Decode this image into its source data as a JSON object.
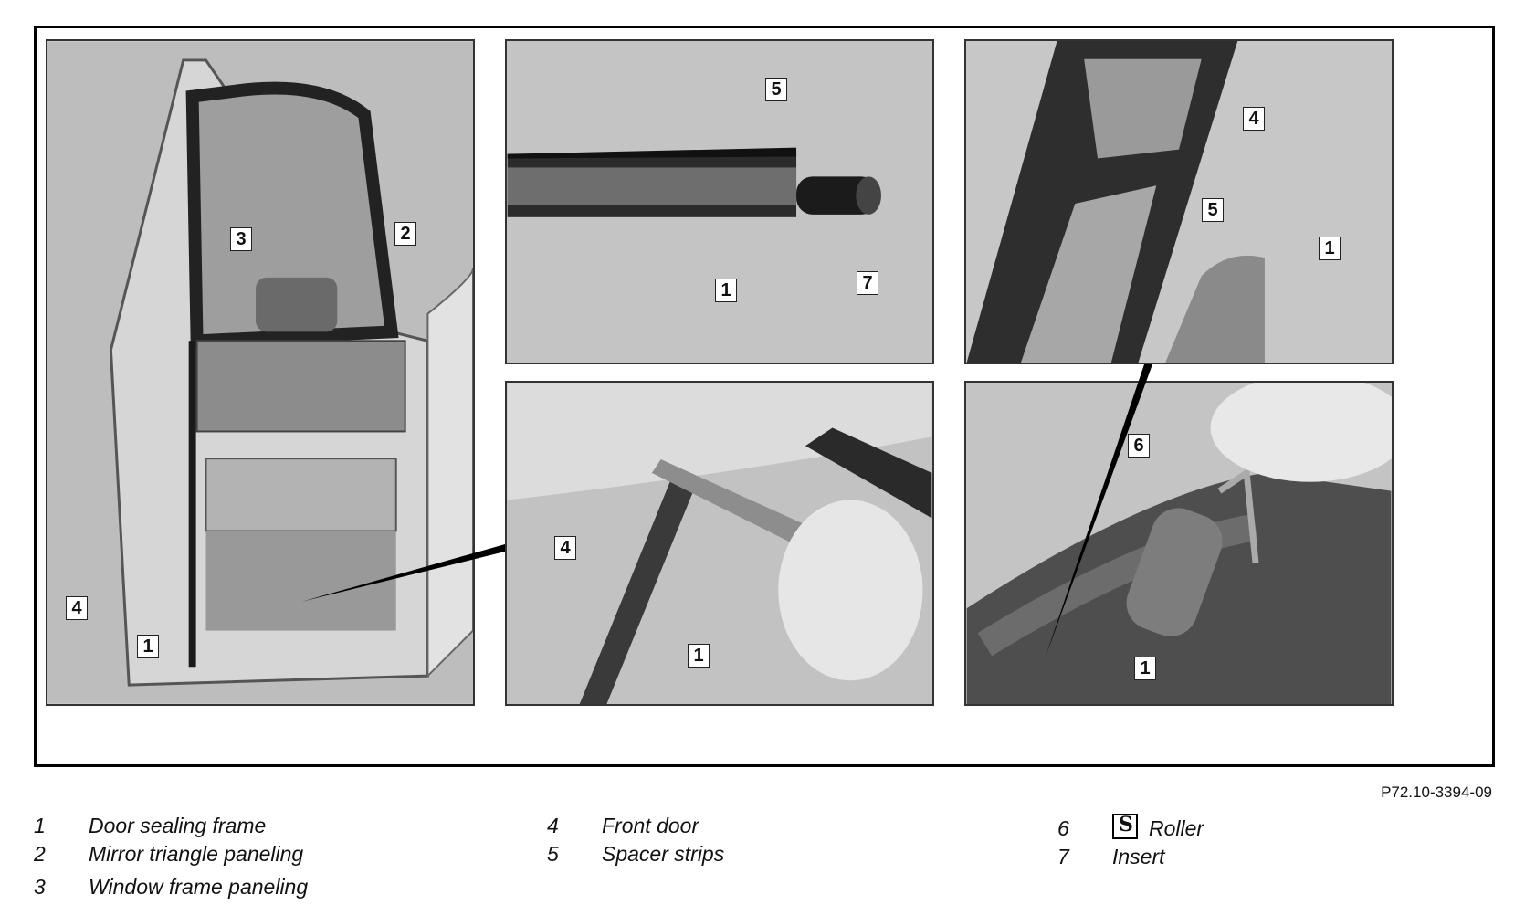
{
  "figure_id": "P72.10-3394-09",
  "panels": {
    "door": {
      "callouts": [
        "3",
        "2",
        "4",
        "1"
      ]
    },
    "seal_section": {
      "callouts": [
        "5",
        "1",
        "7"
      ]
    },
    "pillar": {
      "callouts": [
        "4",
        "5",
        "1"
      ]
    },
    "pry": {
      "callouts": [
        "4",
        "1"
      ]
    },
    "roller": {
      "callouts": [
        "6",
        "1"
      ]
    }
  },
  "legend": [
    {
      "num": "1",
      "label": "Door sealing frame"
    },
    {
      "num": "2",
      "label": "Mirror triangle paneling"
    },
    {
      "num": "3",
      "label": "Window frame paneling"
    },
    {
      "num": "4",
      "label": "Front door"
    },
    {
      "num": "5",
      "label": "Spacer strips"
    },
    {
      "num": "6",
      "label": "Roller",
      "icon": "special-tool-icon"
    },
    {
      "num": "7",
      "label": "Insert"
    }
  ]
}
